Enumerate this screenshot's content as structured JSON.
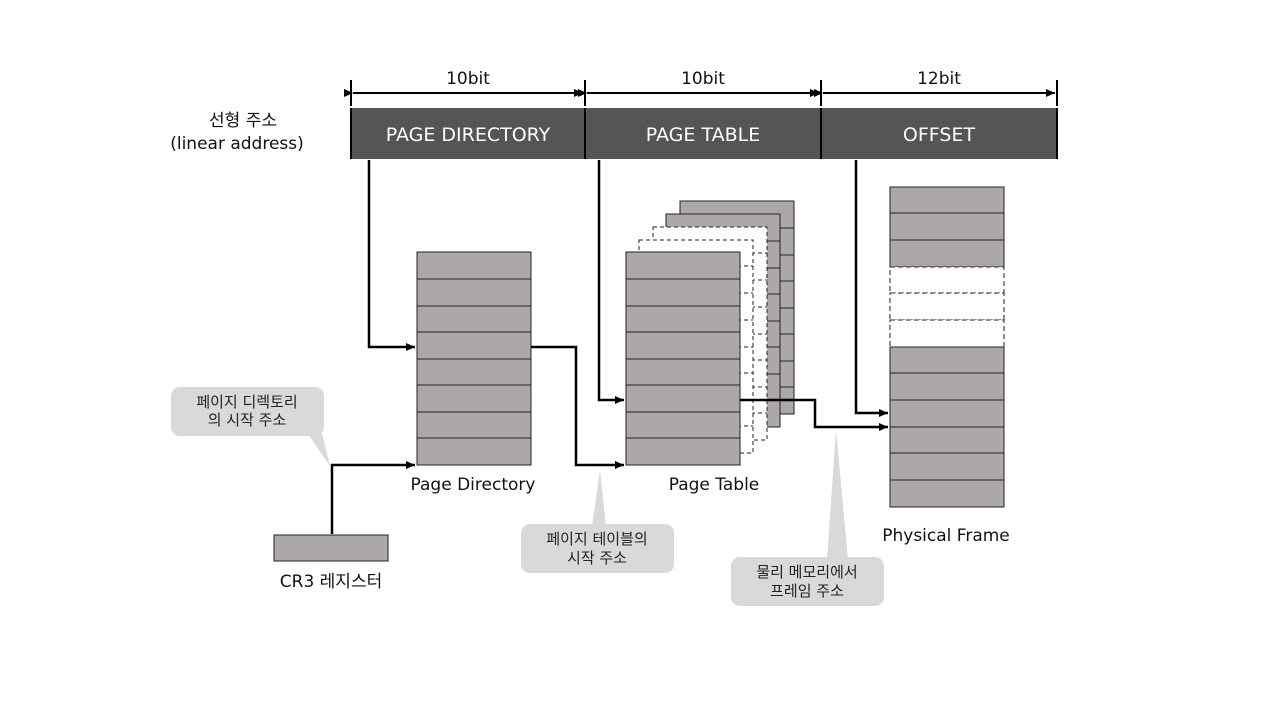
{
  "linear_address": {
    "label_ko": "선형 주소",
    "label_en": "(linear address)",
    "fields": [
      {
        "name": "PAGE DIRECTORY",
        "bits": "10bit"
      },
      {
        "name": "PAGE TABLE",
        "bits": "10bit"
      },
      {
        "name": "OFFSET",
        "bits": "12bit"
      }
    ]
  },
  "tables": {
    "page_directory": "Page Directory",
    "page_table": "Page Table",
    "physical_frame": "Physical Frame",
    "cr3": "CR3 레지스터"
  },
  "callouts": {
    "pd_start": [
      "페이지 디렉토리",
      "의 시작 주소"
    ],
    "pt_start": [
      "페이지 테이블의",
      "시작 주소"
    ],
    "frame_addr": [
      "물리 메모리에서",
      "프레임 주소"
    ]
  },
  "colors": {
    "header_bg": "#555555",
    "cell_fill": "#ada8a8",
    "callout_bg": "#d9d9d9"
  }
}
